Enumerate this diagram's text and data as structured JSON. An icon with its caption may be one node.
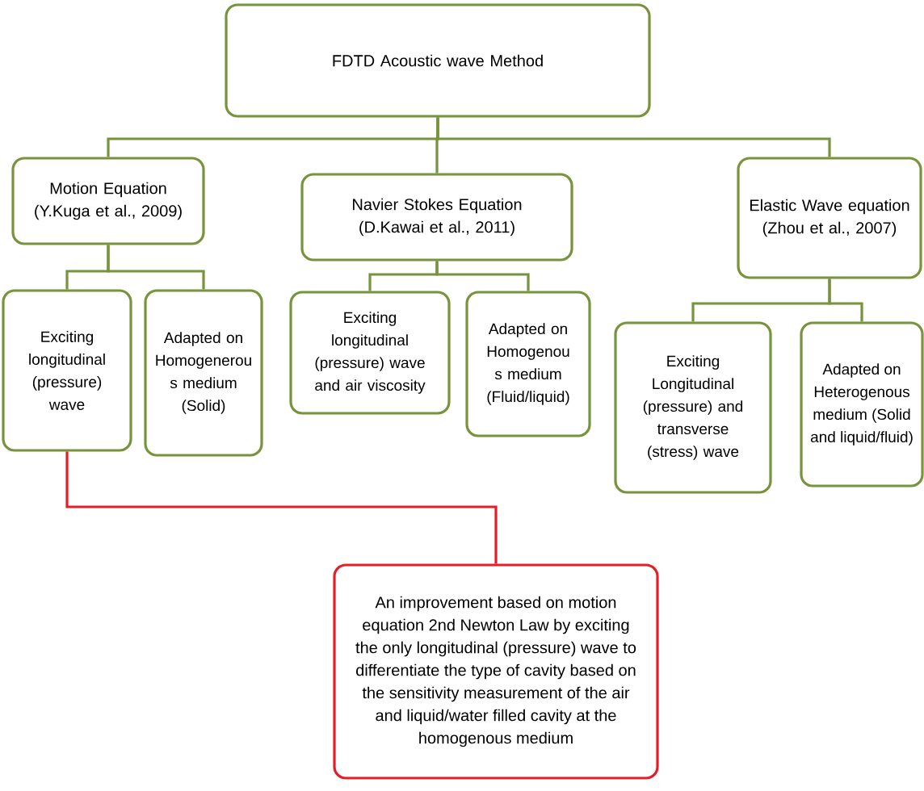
{
  "diagram": {
    "nodes": [
      {
        "text": [
          "FDTD Acoustic wave Method"
        ]
      },
      {
        "text": [
          "Motion Equation",
          "(Y.Kuga et al., 2009)"
        ]
      },
      {
        "text": [
          "Navier Stokes Equation",
          "(D.Kawai et al., 2011)"
        ]
      },
      {
        "text": [
          "Elastic Wave equation",
          "(Zhou et al., 2007)"
        ]
      },
      {
        "text": [
          "Exciting longitudinal (pressure) wave"
        ]
      },
      {
        "text": [
          "Adapted on Homogenerou s medium (Solid)"
        ]
      },
      {
        "text": [
          "Exciting longitudinal (pressure) wave and air viscosity"
        ]
      },
      {
        "text": [
          "Adapted on Homogenou s medium (Fluid/liquid)"
        ]
      },
      {
        "text": [
          "Exciting Longitudinal (pressure) and transverse (stress) wave"
        ]
      },
      {
        "text": [
          "Adapted on Heterogenous medium (Solid and liquid/fluid)"
        ]
      },
      {
        "text": [
          "An improvement based on motion equation 2nd Newton Law by exciting the only longitudinal (pressure) wave to differentiate the type of cavity based on the sensitivity measurement of the air and liquid/water filled cavity at the homogenous medium"
        ]
      }
    ],
    "edges": [
      {
        "from": 0,
        "to": 1,
        "arrow": "none"
      },
      {
        "from": 0,
        "to": 2,
        "arrow": "none"
      },
      {
        "from": 0,
        "to": 3,
        "arrow": "none"
      },
      {
        "from": 1,
        "to": 4,
        "arrow": "none"
      },
      {
        "from": 1,
        "to": 5,
        "arrow": "none"
      },
      {
        "from": 2,
        "to": 6,
        "arrow": "none"
      },
      {
        "from": 2,
        "to": 7,
        "arrow": "none"
      },
      {
        "from": 3,
        "to": 8,
        "arrow": "none"
      },
      {
        "from": 3,
        "to": 9,
        "arrow": "none"
      },
      {
        "from": 4,
        "to": 10,
        "arrow": "none",
        "color": "#e41e26"
      }
    ]
  }
}
